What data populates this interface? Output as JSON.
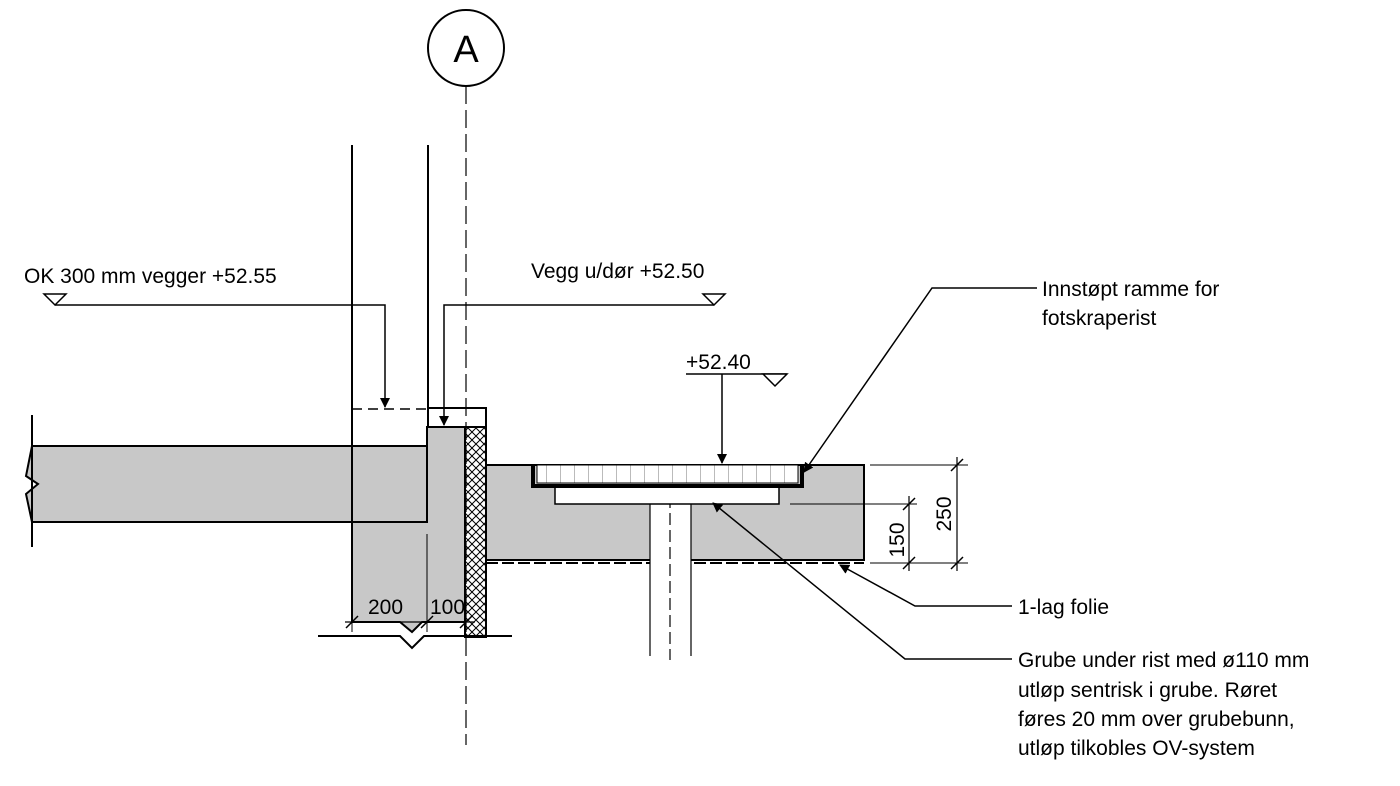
{
  "grid_axis": {
    "label": "A"
  },
  "levels": {
    "walls_top": "OK 300 mm vegger +52.55",
    "wall_under_door": "Vegg u/dør +52.50",
    "mat_top": "+52.40"
  },
  "dimensions": {
    "wall_200": "200",
    "wall_100": "100",
    "pit_150": "150",
    "slab_250": "250"
  },
  "annotations": {
    "frame": {
      "line1": "Innstøpt ramme for",
      "line2": "fotskraperist"
    },
    "membrane": {
      "line1": "1-lag folie"
    },
    "pit": {
      "line1": "Grube under rist med ø110 mm",
      "line2": "utløp sentrisk i grube. Røret",
      "line3": "føres 20 mm over grubebunn,",
      "line4": "utløp tilkobles OV-system"
    }
  },
  "colors": {
    "concrete": "#c8c8c8",
    "line": "#000000"
  }
}
